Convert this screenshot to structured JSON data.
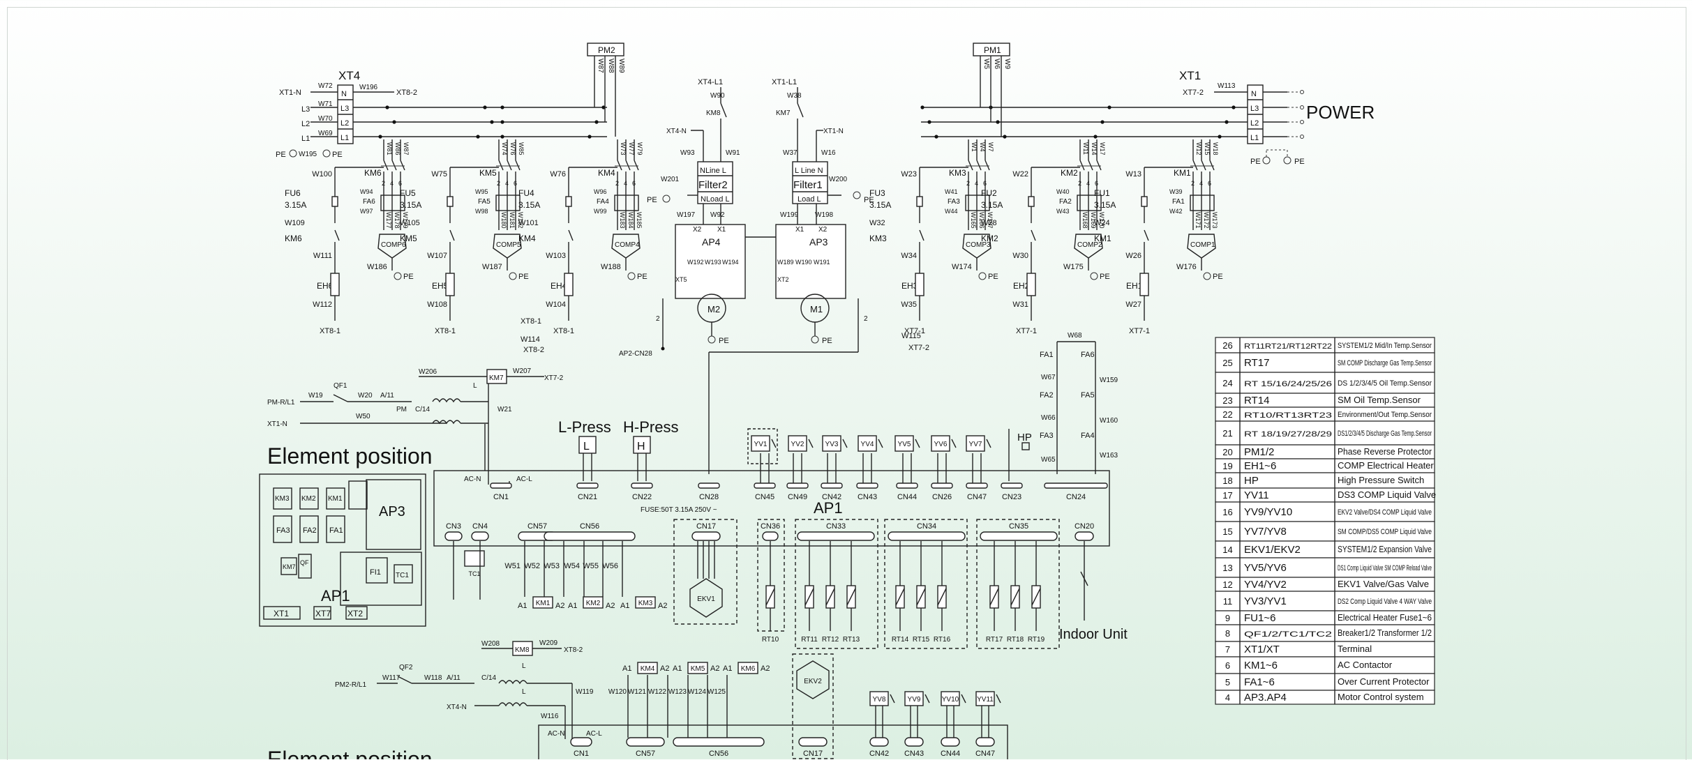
{
  "terminals": {
    "xt4": "XT4",
    "xt1": "XT1",
    "pm2": "PM2",
    "pm1": "PM1",
    "power": "POWER",
    "xt4_rows": [
      "N",
      "L3",
      "L2",
      "L1"
    ],
    "xt1_rows": [
      "N",
      "L3",
      "L2",
      "L1"
    ],
    "xt4_left": [
      "XT1-N",
      "L3",
      "L2",
      "L1"
    ],
    "xt4_wires": [
      "W72",
      "W71",
      "W70",
      "W69"
    ],
    "xt4_w196": "W196",
    "xt8_2": "XT8-2",
    "xt1_w113": "W113",
    "xt7_2": "XT7-2",
    "pe": "PE",
    "w195": "W195",
    "pm2_wires": [
      "W87",
      "W88",
      "W89"
    ],
    "pm1_wires": [
      "W5",
      "W6",
      "W9"
    ]
  },
  "comp_left": [
    {
      "km": "KM6",
      "fu": "FU6",
      "amp": "3.15A",
      "w_top": "W100",
      "w_mid": "W109",
      "w_low": "W111",
      "eh": "EH6",
      "w_eh": "W112",
      "xt": "XT8-1",
      "comp": "COMP6",
      "pe_w": "W186",
      "fa": "FA6",
      "fw": [
        "W94",
        "W97"
      ],
      "mw": [
        "W177",
        "W178",
        "W179"
      ],
      "kw": [
        "W81",
        "W86",
        "W87"
      ]
    },
    {
      "km": "KM5",
      "fu": "FU5",
      "amp": "3.15A",
      "w_top": "W75",
      "w_mid": "W105",
      "w_low": "W107",
      "eh": "EH5",
      "w_eh": "W108",
      "xt": "XT8-1",
      "comp": "COMP5",
      "pe_w": "W187",
      "fa": "FA5",
      "fw": [
        "W95",
        "W98"
      ],
      "mw": [
        "W180",
        "W181",
        "W182"
      ],
      "kw": [
        "W74",
        "W76",
        "W85"
      ]
    },
    {
      "km": "KM4",
      "fu": "FU4",
      "amp": "3.15A",
      "w_top": "W76",
      "w_mid": "W101",
      "w_low": "W103",
      "eh": "EH4",
      "w_eh": "W104",
      "xt": "XT8-1",
      "comp": "COMP4",
      "pe_w": "W188",
      "fa": "FA4",
      "fw": [
        "W96",
        "W99"
      ],
      "mw": [
        "W183",
        "W184",
        "W185"
      ],
      "kw": [
        "W73",
        "W77",
        "W79"
      ]
    }
  ],
  "comp_right": [
    {
      "km": "KM3",
      "fu": "FU3",
      "amp": "3.15A",
      "w_top": "W23",
      "w_mid": "W32",
      "w_low": "W34",
      "eh": "EH3",
      "w_eh": "W35",
      "xt": "XT7-1",
      "comp": "COMP3",
      "pe_w": "W174",
      "fa": "FA3",
      "fw": [
        "W41",
        "W44"
      ],
      "mw": [
        "W165",
        "W166",
        "W167"
      ],
      "kw": [
        "W1",
        "W4",
        "W7"
      ]
    },
    {
      "km": "KM2",
      "fu": "FU2",
      "amp": "3.15A",
      "w_top": "W22",
      "w_mid": "W28",
      "w_low": "W30",
      "eh": "EH2",
      "w_eh": "W31",
      "xt": "XT7-1",
      "comp": "COMP2",
      "pe_w": "W175",
      "fa": "FA2",
      "fw": [
        "W40",
        "W43"
      ],
      "mw": [
        "W168",
        "W169",
        "W170"
      ],
      "kw": [
        "W11",
        "W14",
        "W17"
      ]
    },
    {
      "km": "KM1",
      "fu": "FU1",
      "amp": "3.15A",
      "w_top": "W13",
      "w_mid": "W24",
      "w_low": "W26",
      "eh": "EH1",
      "w_eh": "W27",
      "xt": "XT7-1",
      "comp": "COMP1",
      "pe_w": "W176",
      "fa": "FA1",
      "fw": [
        "W39",
        "W42"
      ],
      "mw": [
        "W171",
        "W172",
        "W173"
      ],
      "kw": [
        "W12",
        "W15",
        "W18"
      ]
    }
  ],
  "xt8_1b": "XT8-1",
  "xt8_2b": "XT8-2",
  "w114": "W114",
  "w115": "W115",
  "xt7_2b": "XT7-2",
  "filters": {
    "f2": {
      "name": "Filter2",
      "top": "NLine L",
      "bot": "NLoad L",
      "w_in": [
        "W93",
        "W91"
      ],
      "w_out": [
        "W197",
        "W92"
      ],
      "pe_w": "W201",
      "ap": "AP4",
      "motor": "M2",
      "kw": "KM8",
      "kw_w": "W90",
      "xt": "XT4-L1",
      "xtn": "XT4-N",
      "terms": [
        "X2",
        "X1"
      ],
      "w_m": [
        "W192",
        "W193",
        "W194"
      ],
      "xt5": "XT5",
      "cn": "AP2-CN28"
    },
    "f1": {
      "name": "Filter1",
      "top": "L Line N",
      "bot": "Load L",
      "w_in": [
        "W37",
        "W16"
      ],
      "w_out": [
        "W199",
        "W198"
      ],
      "pe_w": "W200",
      "ap": "AP3",
      "motor": "M1",
      "kw": "KM7",
      "kw_w": "W38",
      "xt": "XT1-L1",
      "xtn": "XT1-N",
      "terms": [
        "X1",
        "X2"
      ],
      "w_m": [
        "W189",
        "W190",
        "W191"
      ],
      "xt2": "XT2"
    }
  },
  "fa_chain": {
    "fa": [
      "FA1",
      "FA2",
      "FA3",
      "FA4",
      "FA5",
      "FA6"
    ],
    "w": [
      "W68",
      "W67",
      "W66",
      "W65",
      "W159",
      "W160",
      "W163"
    ]
  },
  "ctrl1": {
    "pm": "PM-R/L1",
    "xt": "XT1-N",
    "qf": "QF1",
    "w19": "W19",
    "w20": "W20",
    "a11": "A/11",
    "c14": "C/14",
    "pmlbl": "PM",
    "w50": "W50",
    "w206": "W206",
    "km7": "KM7",
    "w207": "W207",
    "xt72": "XT7-2",
    "w21": "W21",
    "l": "L"
  },
  "ctrl2": {
    "pm": "PM2-R/L1",
    "xt": "XT4-N",
    "qf": "QF2",
    "w117": "W117",
    "w118": "W118",
    "a11": "A/11",
    "c14": "C/14",
    "w208": "W208",
    "km8": "KM8",
    "w209": "W209",
    "xt82": "XT8-2",
    "w119": "W119",
    "w116": "W116",
    "l": "L"
  },
  "element_position": {
    "title": "Element position",
    "items": [
      "KM3",
      "KM2",
      "KM1",
      "AP3",
      "FA3",
      "FA2",
      "FA1",
      "KM7",
      "QF",
      "FI1",
      "TC1",
      "AP1",
      "XT1",
      "XT7",
      "XT2"
    ]
  },
  "sensors_top": {
    "lp": "L-Press",
    "hp": "H-Press",
    "lp_i": "L",
    "hp_i": "H"
  },
  "ap1": {
    "label": "AP1",
    "fuse": "FUSE:50T 3.15A 250V ~",
    "cn_top": [
      "CN1",
      "CN21",
      "CN22",
      "CN28",
      "CN45",
      "CN49",
      "CN42",
      "CN43",
      "CN44",
      "CN26",
      "CN47",
      "CN23",
      "CN24"
    ],
    "acn": "AC-N",
    "acl": "AC-L",
    "valves": [
      "YV1",
      "YV2",
      "YV3",
      "YV4",
      "YV5",
      "YV6",
      "YV7"
    ],
    "hp": "HP",
    "cn_mid": [
      "CN3",
      "CN4",
      "CN57",
      "CN56",
      "CN17",
      "CN36",
      "CN33",
      "CN34",
      "CN35",
      "CN20"
    ],
    "wires": [
      "W51",
      "W52",
      "W53",
      "W54",
      "W55",
      "W56"
    ],
    "kms": [
      "KM1",
      "KM2",
      "KM3"
    ],
    "a1": "A1",
    "a2": "A2",
    "ekv": "EKV1",
    "tc1": "TC1",
    "rts": [
      "RT10",
      "RT11",
      "RT12",
      "RT13",
      "RT14",
      "RT15",
      "RT16",
      "RT17",
      "RT18",
      "RT19"
    ],
    "indoor": "Indoor Unit"
  },
  "ap2": {
    "cn": [
      "CN1",
      "CN57",
      "CN56",
      "CN17",
      "CN42",
      "CN43",
      "CN44",
      "CN47"
    ],
    "kms": [
      "KM4",
      "KM5",
      "KM6"
    ],
    "wires": [
      "W120",
      "W121",
      "W122",
      "W123",
      "W124",
      "W125"
    ],
    "ekv": "EKV2",
    "valves": [
      "YV8",
      "YV9",
      "YV10",
      "YV11"
    ],
    "acn": "AC-N",
    "acl": "AC-L"
  },
  "legend": [
    {
      "n": "26",
      "code": "RT11RT21/RT12RT22",
      "desc": "SYSTEM1/2 Mid/In Temp.Sensor"
    },
    {
      "n": "25",
      "code": "RT17",
      "desc": "SM COMP Discharge Gas Temp.Sensor"
    },
    {
      "n": "24",
      "code": "RT 15/16/24/25/26",
      "desc": "DS 1/2/3/4/5 Oil Temp.Sensor"
    },
    {
      "n": "23",
      "code": "RT14",
      "desc": "SM Oil Temp.Sensor"
    },
    {
      "n": "22",
      "code": "RT10/RT13RT23",
      "desc": "Environment/Out Temp.Sensor"
    },
    {
      "n": "21",
      "code": "RT 18/19/27/28/29",
      "desc": "DS1/2/3/4/5 Discharge Gas Temp.Sensor"
    },
    {
      "n": "20",
      "code": "PM1/2",
      "desc": "Phase Reverse Protector"
    },
    {
      "n": "19",
      "code": "EH1~6",
      "desc": "COMP Electrical Heater"
    },
    {
      "n": "18",
      "code": "HP",
      "desc": "High Pressure Switch"
    },
    {
      "n": "17",
      "code": "YV11",
      "desc": "DS3 COMP Liquid Valve"
    },
    {
      "n": "16",
      "code": "YV9/YV10",
      "desc": "EKV2 Valve/DS4 COMP Liquid Valve"
    },
    {
      "n": "15",
      "code": "YV7/YV8",
      "desc": "SM COMP/DS5 COMP Liquid Valve"
    },
    {
      "n": "14",
      "code": "EKV1/EKV2",
      "desc": "SYSTEM1/2 Expansion Valve"
    },
    {
      "n": "13",
      "code": "YV5/YV6",
      "desc": "DS1 Comp Liquid Valve SM COMP Reload Valve"
    },
    {
      "n": "12",
      "code": "YV4/YV2",
      "desc": "EKV1 Valve/Gas Valve"
    },
    {
      "n": "11",
      "code": "YV3/YV1",
      "desc": "DS2 Comp Liquid Valve 4 WAY Valve"
    },
    {
      "n": "9",
      "code": "FU1~6",
      "desc": "Electrical Heater Fuse1~6"
    },
    {
      "n": "8",
      "code": "QF1/2/TC1/TC2",
      "desc": "Breaker1/2 Transformer 1/2"
    },
    {
      "n": "7",
      "code": "XT1/XT",
      "desc": "Terminal"
    },
    {
      "n": "6",
      "code": "KM1~6",
      "desc": "AC Contactor"
    },
    {
      "n": "5",
      "code": "FA1~6",
      "desc": "Over Current Protector"
    },
    {
      "n": "4",
      "code": "AP3.AP4",
      "desc": "Motor Control system"
    }
  ]
}
